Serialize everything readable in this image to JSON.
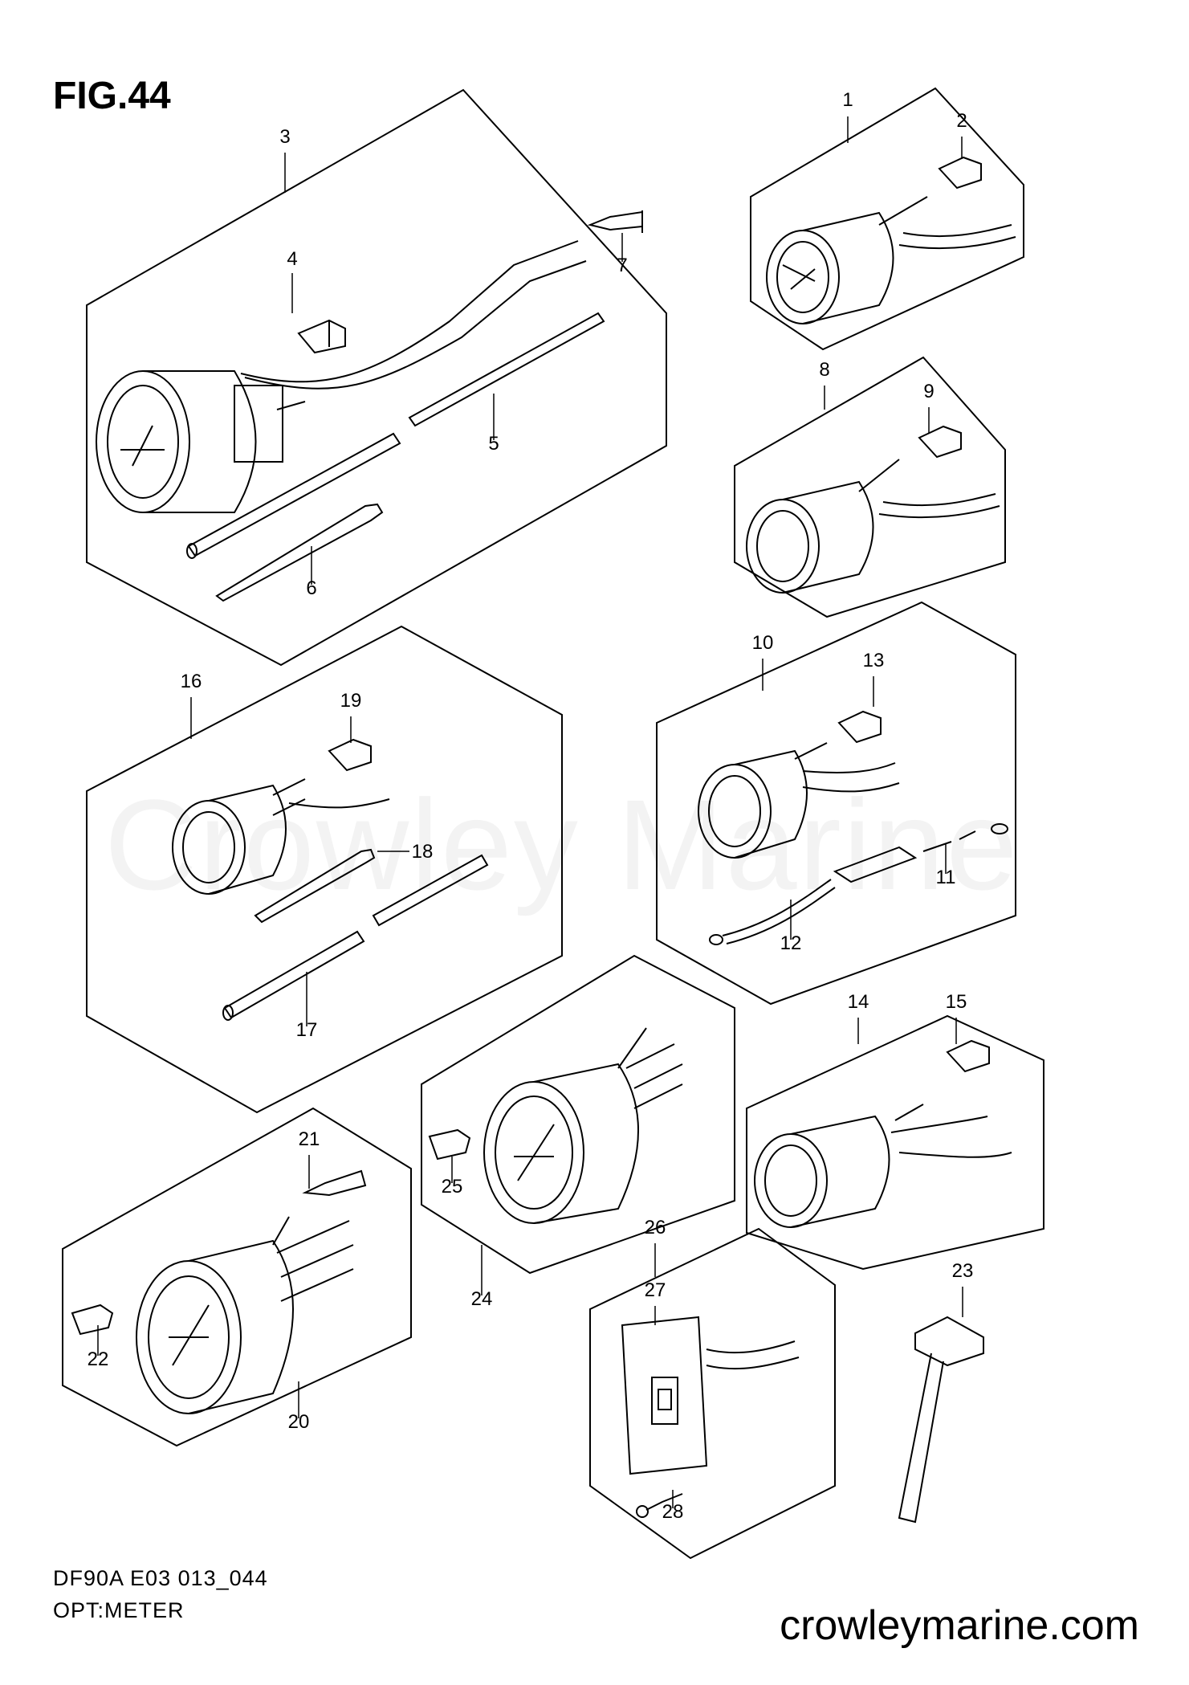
{
  "figure": {
    "title": "FIG.44",
    "watermark": "Crowley Marine",
    "footer_code": "DF90A  E03 013_044",
    "footer_name": "OPT:METER",
    "website": "crowleymarine.com"
  },
  "callouts": [
    "1",
    "2",
    "3",
    "4",
    "5",
    "6",
    "7",
    "8",
    "9",
    "10",
    "11",
    "12",
    "13",
    "14",
    "15",
    "16",
    "17",
    "18",
    "19",
    "20",
    "21",
    "22",
    "23",
    "24",
    "25",
    "26",
    "27",
    "28"
  ]
}
